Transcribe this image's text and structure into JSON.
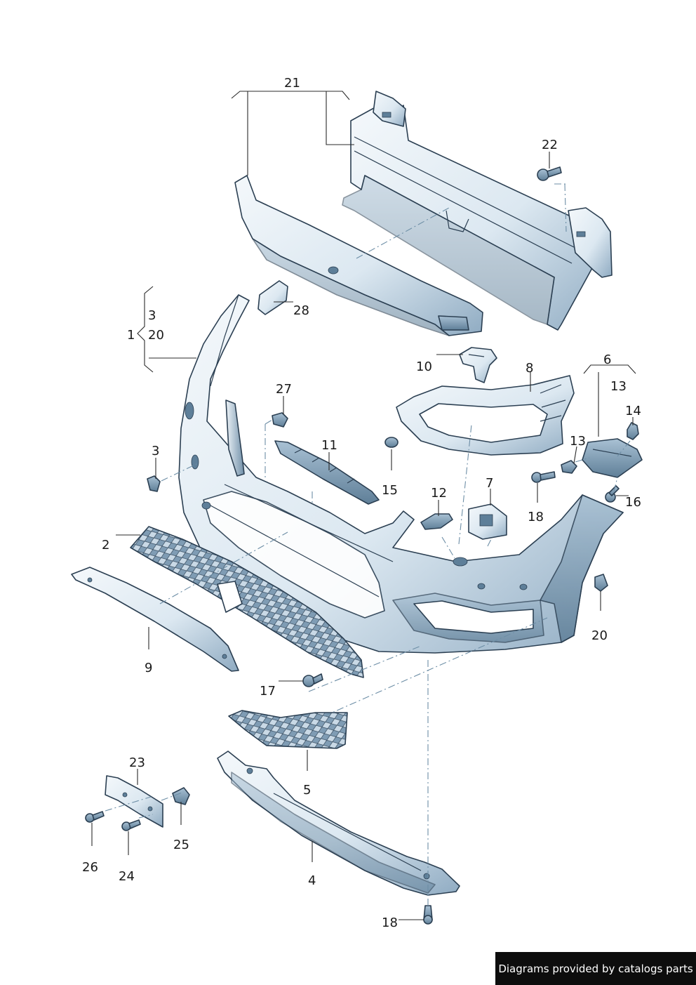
{
  "credit": "Diagrams provided by catalogs parts",
  "colors": {
    "part_light": "#eaf2f8",
    "part_mid": "#b9cfdf",
    "part_dark": "#7c9ab2",
    "outline": "#2b3f52"
  },
  "labels": {
    "l21": "21",
    "l22": "22",
    "l3a": "3",
    "l1": "1",
    "l20a": "20",
    "l28": "28",
    "l10": "10",
    "l8": "8",
    "l6": "6",
    "l13a": "13",
    "l27": "27",
    "l14": "14",
    "l3b": "3",
    "l11": "11",
    "l13b": "13",
    "l15": "15",
    "l12": "12",
    "l7": "7",
    "l16": "16",
    "l18a": "18",
    "l2": "2",
    "l20b": "20",
    "l9": "9",
    "l17": "17",
    "l5": "5",
    "l23": "23",
    "l25": "25",
    "l26": "26",
    "l24": "24",
    "l4": "4",
    "l18b": "18"
  }
}
